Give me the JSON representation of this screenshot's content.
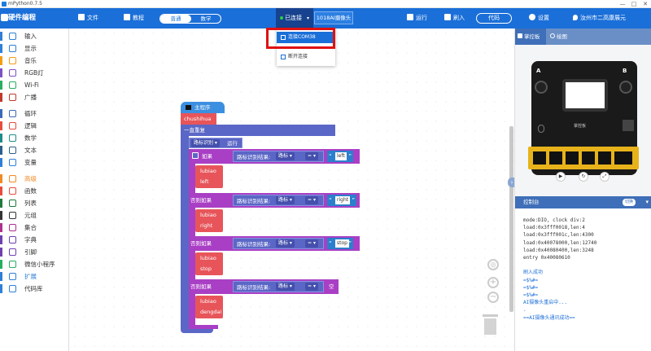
{
  "window": {
    "title": "mPython0.7.5",
    "controls": [
      "—",
      "□",
      "✕"
    ]
  },
  "toolbar": {
    "app_name": "硬件编程",
    "file_label": "文件",
    "tutorial_label": "教程",
    "mode_normal": "普通",
    "mode_data": "数学",
    "connection_label": "已连接",
    "camera_label": "1018AI摄像头",
    "run_label": "运行",
    "flash_label": "刷入",
    "code_label": "代码",
    "settings_label": "设置",
    "location_label": "汝州市二高康展元",
    "colors": {
      "primary": "#1b6fd8",
      "connected": "#2ecc40"
    }
  },
  "connection_menu": {
    "items": [
      {
        "label": "连接COM38",
        "selected": true
      },
      {
        "label": "断开连接",
        "selected": false
      }
    ],
    "highlight_color": "#e01010"
  },
  "sidebar": {
    "items": [
      {
        "label": "输入",
        "color": "#2f7fd6"
      },
      {
        "label": "显示",
        "color": "#2f7fd6"
      },
      {
        "label": "音乐",
        "color": "#f39c12"
      },
      {
        "label": "RGB灯",
        "color": "#7f4fc4"
      },
      {
        "label": "Wi-Fi",
        "color": "#27ae60"
      },
      {
        "label": "广播",
        "color": "#c0392b"
      },
      {
        "label": "循环",
        "color": "#3a69b8"
      },
      {
        "label": "逻辑",
        "color": "#e74c3c"
      },
      {
        "label": "数学",
        "color": "#1f8a8a"
      },
      {
        "label": "文本",
        "color": "#2c5f8a"
      },
      {
        "label": "变量",
        "color": "#2f7fd6"
      },
      {
        "label": "高级",
        "color": "#f08a24"
      },
      {
        "label": "函数",
        "color": "#e74c3c"
      },
      {
        "label": "列表",
        "color": "#1e7a3c"
      },
      {
        "label": "元组",
        "color": "#333333"
      },
      {
        "label": "集合",
        "color": "#b02f8f"
      },
      {
        "label": "字典",
        "color": "#6f3fb0"
      },
      {
        "label": "引脚",
        "color": "#6f3fb0"
      },
      {
        "label": "微信小程序",
        "color": "#27ae60"
      },
      {
        "label": "扩展",
        "color": "#2f7fd6"
      },
      {
        "label": "代码库",
        "color": "#2f7fd6"
      }
    ]
  },
  "workspace": {
    "main_program": "主程序",
    "init_block": "chushihua",
    "forever": "一直重复",
    "route_recog": "路标识别",
    "run": "运行",
    "if_label": "如果",
    "elif_label": "否则如果",
    "route_result": "路标识别结果:",
    "route_sign": "路标",
    "equals": "=",
    "quote_open": "“",
    "quote_close": "”",
    "empty": "空",
    "conditions": [
      {
        "keyword": "如果",
        "value": "left",
        "func": "lubiao",
        "arg": "left"
      },
      {
        "keyword": "否则如果",
        "value": "right",
        "func": "lubiao",
        "arg": "right"
      },
      {
        "keyword": "否则如果",
        "value": "stop",
        "func": "lubiao",
        "arg": "stop"
      },
      {
        "keyword": "否则如果",
        "value": "空",
        "func": "lubiao",
        "arg": "dengdai"
      }
    ],
    "colors": {
      "event": "#3b8fe0",
      "function": "#e7555a",
      "loop": "#5b67c6",
      "ai": "#5b67c6",
      "condition": "#a93fc4",
      "text": "#2b7fcc"
    }
  },
  "right_panel": {
    "tabs": [
      "掌控板",
      "绘图"
    ],
    "device_labels": {
      "btn_a": "A",
      "btn_b": "B",
      "brand": "掌控板"
    },
    "console_title": "控制台",
    "console_switch": "切换",
    "console_lines": [
      "mode:DIO, clock div:2",
      "load:0x3fff0018,len:4",
      "load:0x3fff001c,len:4300",
      "load:0x40078000,len:12740",
      "load:0x40080400,len:3248",
      "entry 0x40080610",
      "",
      "刷入成功",
      "=$%#=",
      "=$%#=",
      "=$%#=",
      "AI摄像头重启中...",
      ".",
      "==AI摄像头通讯成功=="
    ]
  }
}
